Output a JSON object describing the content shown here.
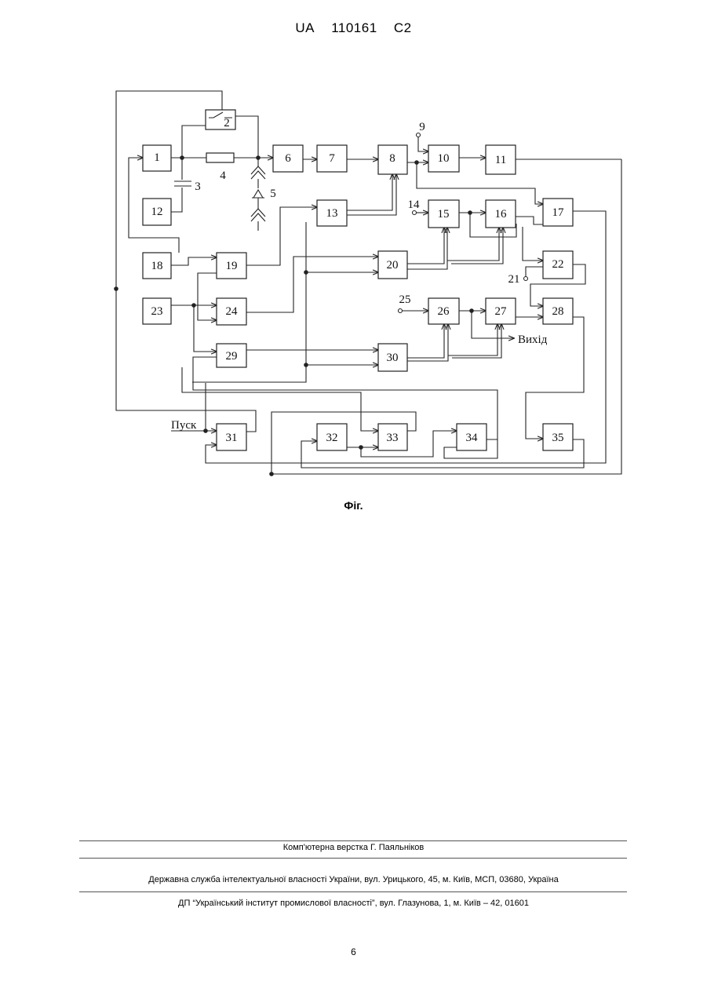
{
  "header": {
    "country": "UA",
    "number": "110161",
    "kind": "C2"
  },
  "figure": {
    "caption": "Фіг.",
    "blocks": [
      "1",
      "2",
      "6",
      "7",
      "8",
      "10",
      "11",
      "12",
      "13",
      "15",
      "16",
      "17",
      "18",
      "19",
      "20",
      "22",
      "23",
      "24",
      "26",
      "27",
      "28",
      "29",
      "30",
      "31",
      "32",
      "33",
      "34",
      "35"
    ],
    "terminals": {
      "t9": "9",
      "t14": "14",
      "t21": "21",
      "t25": "25"
    },
    "component_labels": {
      "c3": "3",
      "c4": "4",
      "c5": "5"
    },
    "start_label": "Пуск",
    "output_label": "Вихід"
  },
  "footer": {
    "layout": "Комп'ютерна верстка Г. Паяльніков",
    "office": "Державна служба інтелектуальної власності України, вул. Урицького, 45, м. Київ, МСП, 03680, Україна",
    "institute": "ДП “Український інститут промислової власності”, вул. Глазунова, 1, м. Київ – 42, 01601"
  },
  "page_number": "6"
}
